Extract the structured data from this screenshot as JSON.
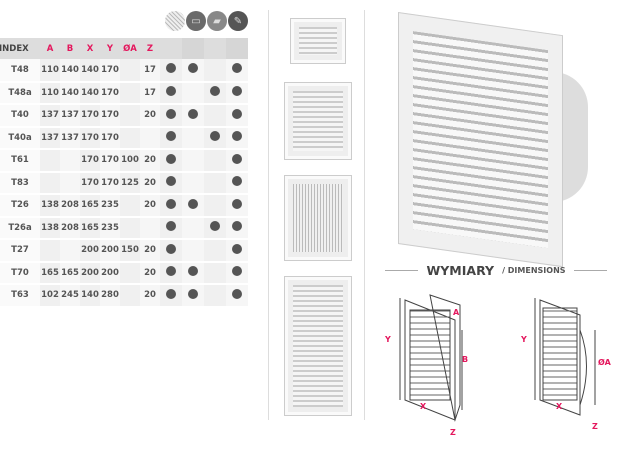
{
  "feature_icons": [
    "mesh-icon",
    "duct-icon",
    "flange-icon",
    "paintable-icon"
  ],
  "table": {
    "headers": [
      "INDEX",
      "A",
      "B",
      "X",
      "Y",
      "ØA",
      "Z"
    ],
    "rows": [
      {
        "index": "T48",
        "a": "110",
        "b": "140",
        "x": "140",
        "y": "170",
        "oa": "",
        "z": "17",
        "f": [
          1,
          1,
          0,
          1
        ]
      },
      {
        "index": "T48a",
        "a": "110",
        "b": "140",
        "x": "140",
        "y": "170",
        "oa": "",
        "z": "17",
        "f": [
          1,
          0,
          1,
          1
        ]
      },
      {
        "index": "T40",
        "a": "137",
        "b": "137",
        "x": "170",
        "y": "170",
        "oa": "",
        "z": "20",
        "f": [
          1,
          1,
          0,
          1
        ]
      },
      {
        "index": "T40a",
        "a": "137",
        "b": "137",
        "x": "170",
        "y": "170",
        "oa": "",
        "z": "",
        "f": [
          1,
          0,
          1,
          1
        ]
      },
      {
        "index": "T61",
        "a": "",
        "b": "",
        "x": "170",
        "y": "170",
        "oa": "100",
        "z": "20",
        "f": [
          1,
          0,
          0,
          1
        ]
      },
      {
        "index": "T83",
        "a": "",
        "b": "",
        "x": "170",
        "y": "170",
        "oa": "125",
        "z": "20",
        "f": [
          1,
          0,
          0,
          1
        ]
      },
      {
        "index": "T26",
        "a": "138",
        "b": "208",
        "x": "165",
        "y": "235",
        "oa": "",
        "z": "20",
        "f": [
          1,
          1,
          0,
          1
        ]
      },
      {
        "index": "T26a",
        "a": "138",
        "b": "208",
        "x": "165",
        "y": "235",
        "oa": "",
        "z": "",
        "f": [
          1,
          0,
          1,
          1
        ]
      },
      {
        "index": "T27",
        "a": "",
        "b": "",
        "x": "200",
        "y": "200",
        "oa": "150",
        "z": "20",
        "f": [
          1,
          0,
          0,
          1
        ]
      },
      {
        "index": "T70",
        "a": "165",
        "b": "165",
        "x": "200",
        "y": "200",
        "oa": "",
        "z": "20",
        "f": [
          1,
          1,
          0,
          1
        ]
      },
      {
        "index": "T63",
        "a": "102",
        "b": "245",
        "x": "140",
        "y": "280",
        "oa": "",
        "z": "20",
        "f": [
          1,
          1,
          0,
          1
        ]
      }
    ]
  },
  "dimensions": {
    "title": "WYMIARY",
    "subtitle": "/ DIMENSIONS",
    "labels1": [
      "Y",
      "X",
      "Z",
      "A",
      "B"
    ],
    "labels2": [
      "Y",
      "X",
      "Z",
      "ØA"
    ]
  },
  "accent": "#e4175d"
}
